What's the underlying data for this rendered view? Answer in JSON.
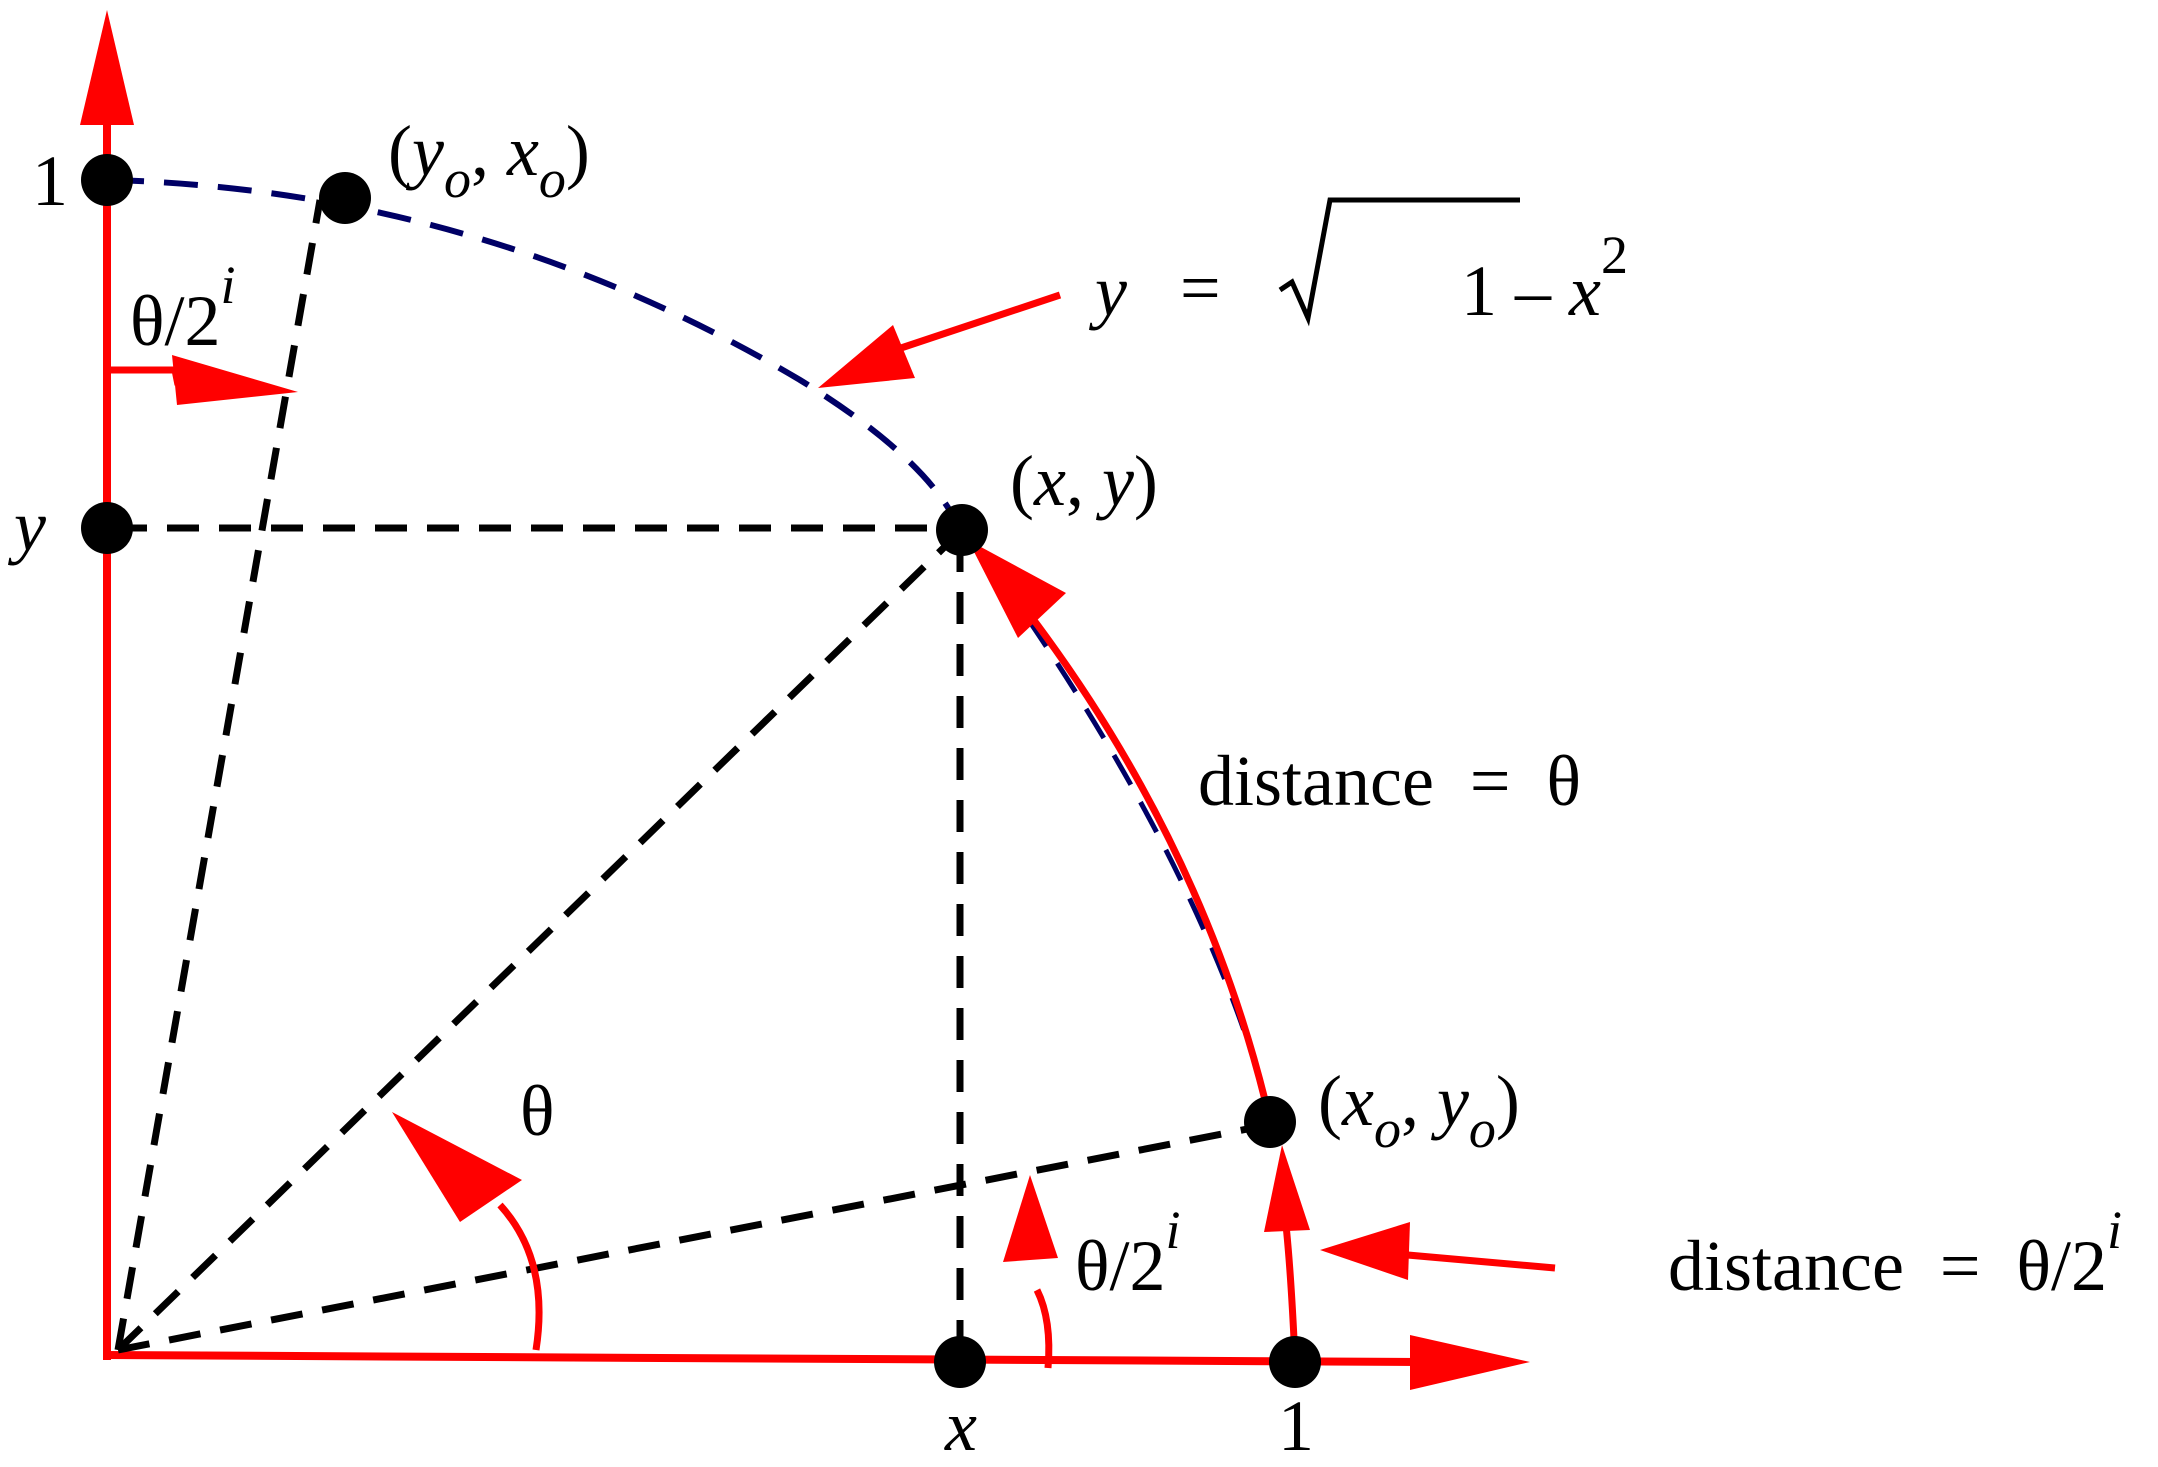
{
  "labels": {
    "y_axis_one": "1",
    "y_axis_y": "y",
    "x_axis_x": "x",
    "x_axis_one": "1",
    "pt_yoxo": {
      "open": "(",
      "a": "y",
      "a_sub": "o",
      "comma": ", ",
      "b": "x",
      "b_sub": "o",
      "close": ")"
    },
    "pt_xy": {
      "open": "(",
      "a": "x",
      "comma": ", ",
      "b": "y",
      "close": ")"
    },
    "pt_xoyo": {
      "open": "(",
      "a": "x",
      "a_sub": "o",
      "comma": ", ",
      "b": "y",
      "b_sub": "o",
      "close": ")"
    },
    "equation": {
      "lhs": "y",
      "eq": "=",
      "radicand_pre": "1 – ",
      "var": "x",
      "power": "2"
    },
    "angle_top": {
      "base": "θ/2",
      "sup": "i"
    },
    "angle_theta": "θ",
    "angle_bottom": {
      "base": "θ/2",
      "sup": "i"
    },
    "distance_theta": "distance  =  θ",
    "distance_small": {
      "base": "distance  =  θ/2",
      "sup": "i"
    }
  },
  "colors": {
    "red": "#ff0000",
    "black": "#000000",
    "navy": "#000066"
  }
}
